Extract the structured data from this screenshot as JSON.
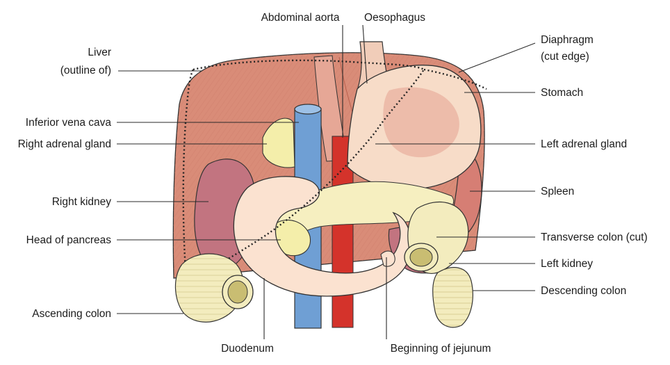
{
  "labels": {
    "abdominal_aorta": "Abdominal aorta",
    "oesophagus": "Oesophagus",
    "diaphragm_line1": "Diaphragm",
    "diaphragm_line2": "(cut edge)",
    "liver_line1": "Liver",
    "liver_line2": "(outline of)",
    "stomach": "Stomach",
    "inferior_vena_cava": "Inferior vena cava",
    "right_adrenal_gland": "Right adrenal gland",
    "left_adrenal_gland": "Left adrenal gland",
    "right_kidney": "Right kidney",
    "spleen": "Spleen",
    "head_of_pancreas": "Head of pancreas",
    "transverse_colon_cut": "Transverse colon (cut)",
    "left_kidney": "Left kidney",
    "descending_colon": "Descending colon",
    "ascending_colon": "Ascending colon",
    "duodenum": "Duodenum",
    "beginning_of_jejunum": "Beginning of jejunum"
  },
  "colors": {
    "diaphragm": "#d98c78",
    "diaphragm_dark": "#b8604e",
    "stomach": "#f7dcc8",
    "stomach_inner": "#eab1a0",
    "kidney": "#c27480",
    "spleen": "#d67e74",
    "adrenal": "#f4eeaa",
    "pancreas": "#f6efc0",
    "duodenum": "#fbe2d0",
    "ivc": "#6f9fd4",
    "aorta": "#d4332b",
    "colon": "#f3ecbe",
    "colon_lumen": "#c9bd72",
    "outline": "#333333"
  }
}
